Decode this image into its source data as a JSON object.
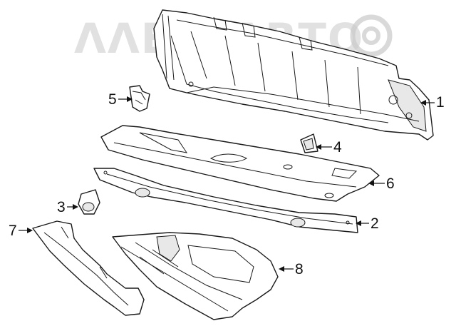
{
  "watermark": {
    "text": "ΛΛΕΓΔΛΒΤΟ"
  },
  "callouts": [
    {
      "id": "1",
      "label": "1",
      "part": "radiator-support-upper"
    },
    {
      "id": "2",
      "label": "2",
      "part": "lower-tie-bar"
    },
    {
      "id": "3",
      "label": "3",
      "part": "bumper-isolator"
    },
    {
      "id": "4",
      "label": "4",
      "part": "clip-bracket"
    },
    {
      "id": "5",
      "label": "5",
      "part": "latch-bracket"
    },
    {
      "id": "6",
      "label": "6",
      "part": "upper-close-out-panel"
    },
    {
      "id": "7",
      "label": "7",
      "part": "side-deflector"
    },
    {
      "id": "8",
      "label": "8",
      "part": "underbody-shield"
    }
  ]
}
